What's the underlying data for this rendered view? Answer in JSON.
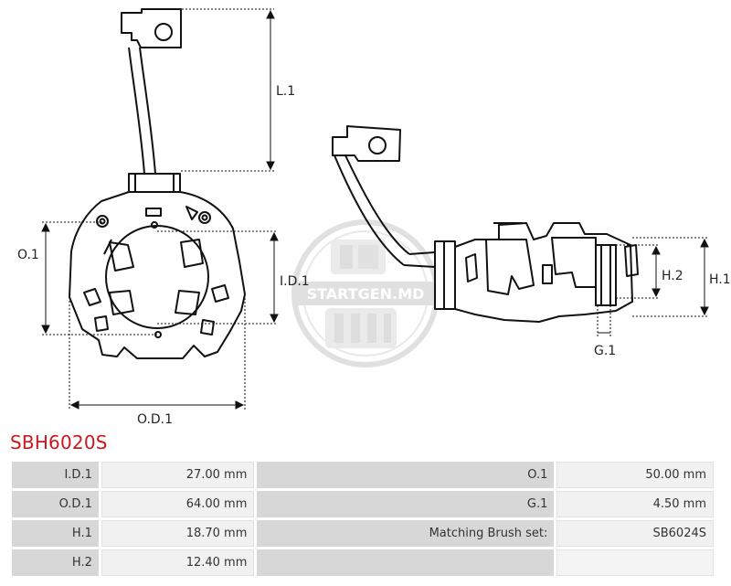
{
  "drawing": {
    "watermark": "STARTGEN.MD",
    "dimension_labels": {
      "l1": "L.1",
      "o1": "O.1",
      "id1": "I.D.1",
      "od1": "O.D.1",
      "h1": "H.1",
      "h2": "H.2",
      "g1": "G.1"
    }
  },
  "product": {
    "code": "SBH6020S"
  },
  "specs": {
    "rows": [
      {
        "left_label": "I.D.1",
        "left_value": "27.00 mm",
        "right_label": "O.1",
        "right_value": "50.00 mm"
      },
      {
        "left_label": "O.D.1",
        "left_value": "64.00 mm",
        "right_label": "G.1",
        "right_value": "4.50 mm"
      },
      {
        "left_label": "H.1",
        "left_value": "18.70 mm",
        "right_label": "Matching Brush set:",
        "right_value": "SB6024S"
      },
      {
        "left_label": "H.2",
        "left_value": "12.40 mm",
        "right_label": "",
        "right_value": ""
      }
    ]
  },
  "colors": {
    "title_red": "#c9191e",
    "label_cell": "#d7d7d7",
    "value_cell": "#f1f1f1"
  }
}
